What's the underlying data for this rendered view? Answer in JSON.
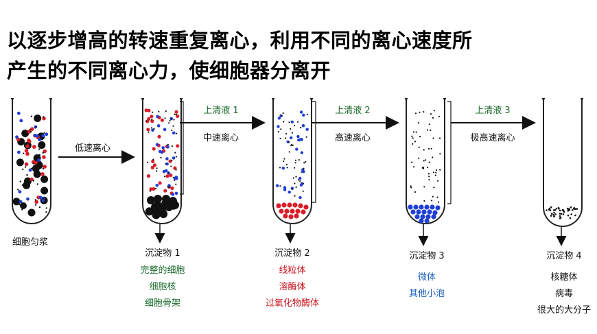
{
  "heading": {
    "line1": "以逐步增高的转速重复离心，利用不同的离心速度所",
    "line2": "产生的不同离心力，使细胞器分离开"
  },
  "steps": [
    {
      "label": "低速离心"
    },
    {
      "label": "中速离心",
      "supernatant": "上清液 1"
    },
    {
      "label": "高速离心",
      "supernatant": "上清液 2"
    },
    {
      "label": "极高速离心",
      "supernatant": "上清液 3"
    }
  ],
  "start_label": "细胞匀浆",
  "sediments": [
    {
      "title": "沉淀物 1",
      "items": [
        "完整的细胞",
        "细胞核",
        "细胞骨架"
      ],
      "color": "#1d6b2f"
    },
    {
      "title": "沉淀物 2",
      "items": [
        "线粒体",
        "溶酶体",
        "过氧化物酶体"
      ],
      "color": "#c8141e"
    },
    {
      "title": "沉淀物 3",
      "items": [
        "微体",
        "其他小泡"
      ],
      "color": "#1d5fbf"
    },
    {
      "title": "沉淀物 4",
      "items": [
        "核糖体",
        "病毒",
        "很大的大分子"
      ],
      "color": "#111111"
    }
  ],
  "colors": {
    "green_text": "#1b6b2a",
    "red_particle": "#d81e2a",
    "blue_particle": "#1f3fd6",
    "black_particle": "#111111"
  }
}
